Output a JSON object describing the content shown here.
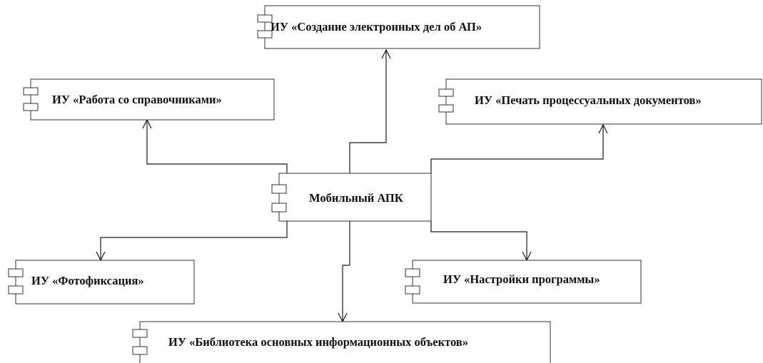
{
  "diagram": {
    "components": {
      "center": "Мобильный АПК",
      "electronic_cases": "ИУ «Создание электронных дел об АП»",
      "directories": "ИУ «Работа со справочниками»",
      "print_docs": "ИУ «Печать процессуальных документов»",
      "photo": "ИУ «Фотофиксация»",
      "settings": "ИУ «Настройки программы»",
      "library": "ИУ «Библиотека основных информационных объектов»"
    }
  }
}
